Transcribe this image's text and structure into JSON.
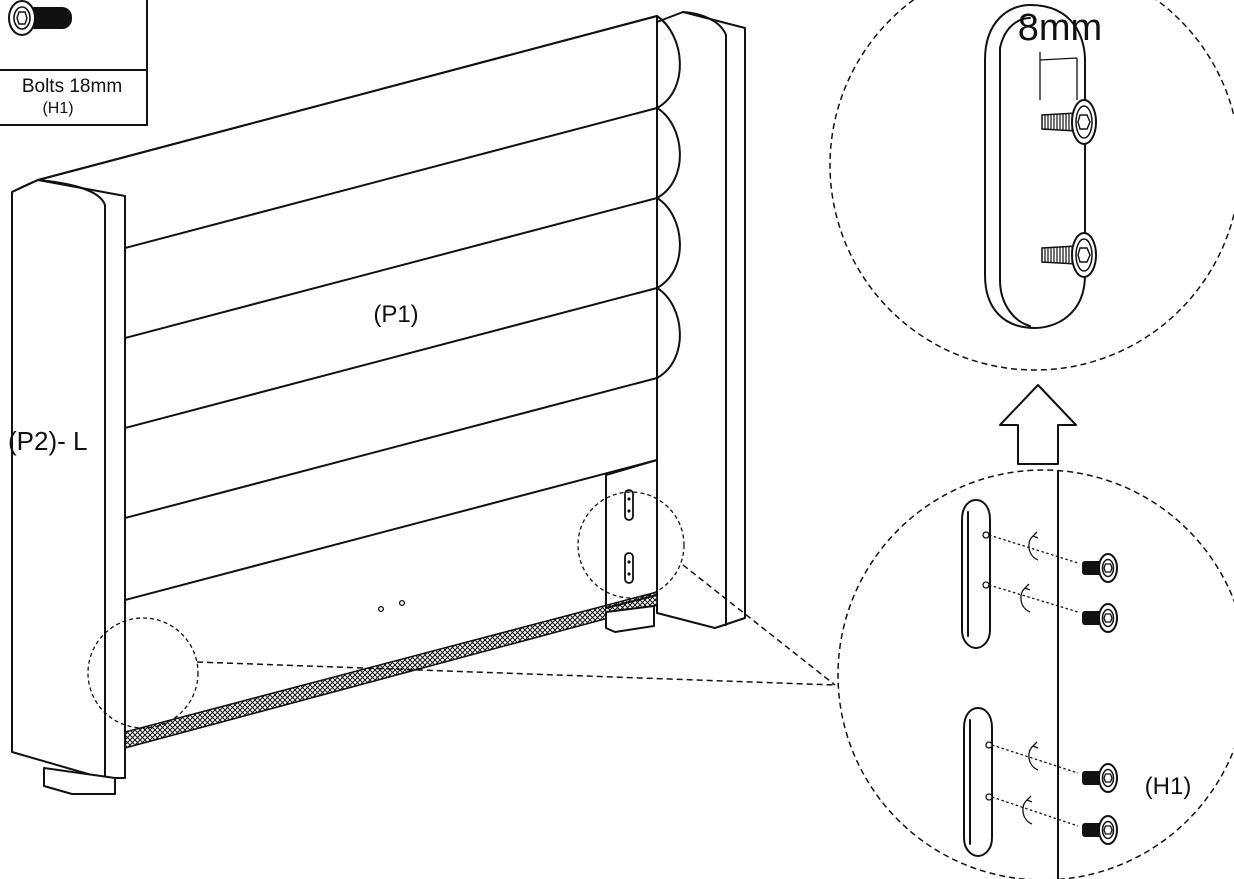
{
  "labels": {
    "panel_center": "(P1)",
    "panel_left": "(P2)- L",
    "measurement": "8mm",
    "hardware_callout": "(H1)"
  },
  "legend_box": {
    "part_name": "Bolts 18mm",
    "part_code": "(H1)"
  },
  "icons": [
    "hex-socket-bolt-icon",
    "up-arrow-icon",
    "rotation-arrow-icon"
  ],
  "colors": {
    "line": "#111111",
    "background": "#ffffff"
  }
}
